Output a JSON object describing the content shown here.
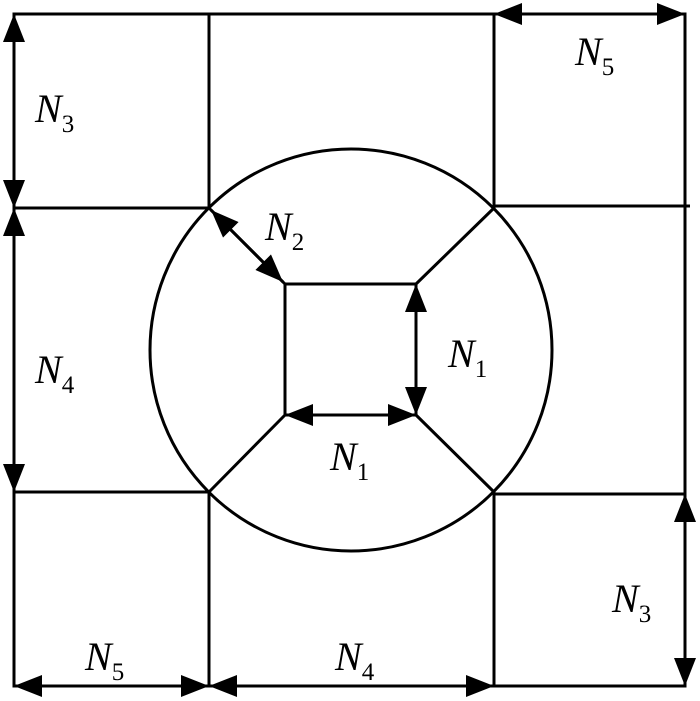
{
  "labels": {
    "n1": {
      "letter": "N",
      "sub": "1"
    },
    "n2": {
      "letter": "N",
      "sub": "2"
    },
    "n3": {
      "letter": "N",
      "sub": "3"
    },
    "n4": {
      "letter": "N",
      "sub": "4"
    },
    "n5": {
      "letter": "N",
      "sub": "5"
    }
  },
  "colors": {
    "stroke": "#000000",
    "background": "#ffffff"
  }
}
